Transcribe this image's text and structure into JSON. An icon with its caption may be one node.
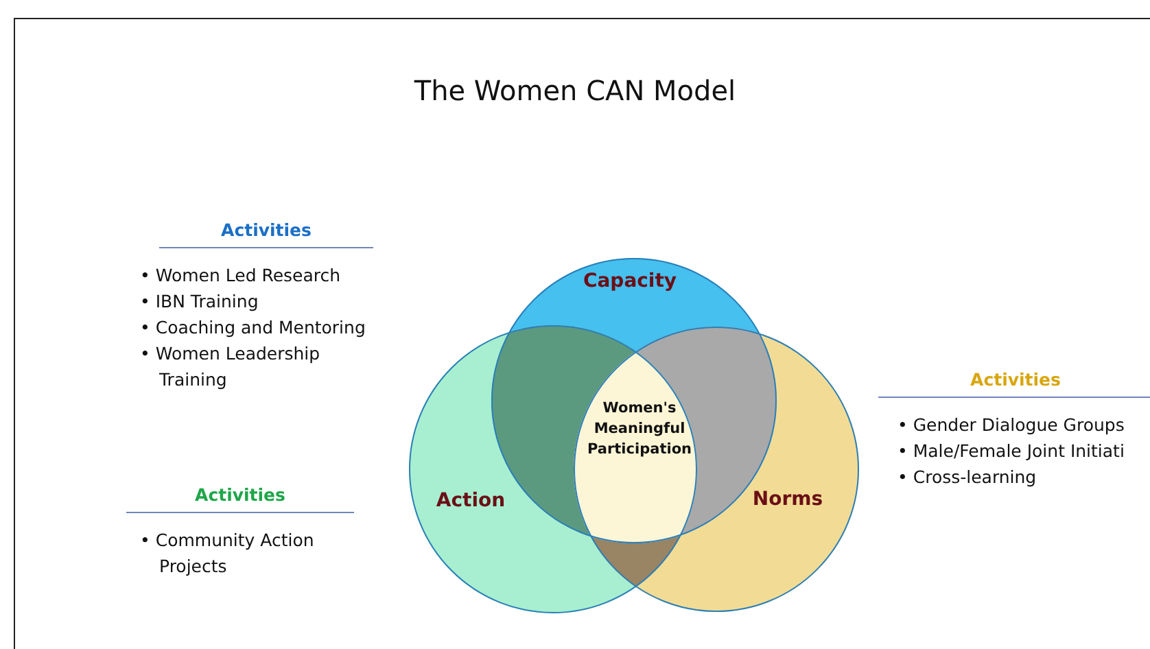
{
  "diagram": {
    "title": "The Women CAN Model",
    "nodes": [
      {
        "text": [
          "Capacity"
        ]
      },
      {
        "text": [
          "Action"
        ]
      },
      {
        "text": [
          "Norms"
        ]
      },
      {
        "text": [
          "Women's Meaningful Participation"
        ]
      }
    ],
    "labels": [
      "Activities",
      "• Women Led Research",
      "• IBN Training",
      "• Coaching and Mentoring",
      "• Women Leadership Training",
      "Activities",
      "• Gender Dialogue Groups",
      "• Male/Female Joint Initiati",
      "• Cross-learning",
      "Activities",
      "• Community Action Projects"
    ]
  }
}
